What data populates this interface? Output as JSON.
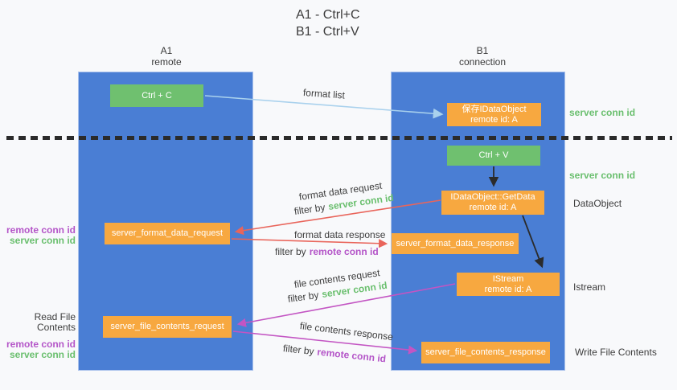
{
  "title": {
    "line1": "A1 - Ctrl+C",
    "line2": "B1 - Ctrl+V"
  },
  "columns": {
    "left": {
      "name": "A1",
      "role": "remote"
    },
    "right": {
      "name": "B1",
      "role": "connection"
    }
  },
  "nodes": {
    "ctrl_c": {
      "label": "Ctrl + C"
    },
    "ctrl_v": {
      "label": "Ctrl + V"
    },
    "save_idataobject": {
      "line1": "保存IDataObject",
      "line2": "remote id: A"
    },
    "getdata": {
      "line1": "IDataObject::GetData",
      "line2": "remote id: A"
    },
    "istream": {
      "line1": "IStream",
      "line2": "remote id: A"
    },
    "format_request": {
      "label": "server_format_data_request"
    },
    "format_response": {
      "label": "server_format_data_response"
    },
    "file_request": {
      "label": "server_file_contents_request"
    },
    "file_response": {
      "label": "server_file_contents_response"
    }
  },
  "edge_labels": {
    "format_list": "format list",
    "format_data_request": "format data request",
    "format_data_response": "format data response",
    "file_contents_request": "file contents request",
    "file_contents_response": "file contents response",
    "filter_by": "filter by",
    "server_conn_id": "server conn id",
    "remote_conn_id": "remote conn id"
  },
  "side_labels": {
    "right_server_conn_id_top": "server conn id",
    "right_server_conn_id_mid": "server conn id",
    "data_object": "DataObject",
    "istream": "Istream",
    "write_file_contents": "Write File Contents",
    "read_file_contents": "Read File Contents",
    "left_remote_conn_id_mid": "remote conn id",
    "left_server_conn_id_mid": "server conn id",
    "left_remote_conn_id_bottom": "remote conn id",
    "left_server_conn_id_bottom": "server conn id"
  },
  "colors": {
    "lane_blue": "#4a7ed4",
    "node_green": "#6fc06f",
    "node_orange": "#f7a840",
    "arrow_light_blue": "#a9d1ed",
    "arrow_red": "#e9655b",
    "arrow_magenta": "#c355c3",
    "arrow_black": "#2b2b2b",
    "text_green": "#6abf6e",
    "text_purple": "#b455c8"
  }
}
